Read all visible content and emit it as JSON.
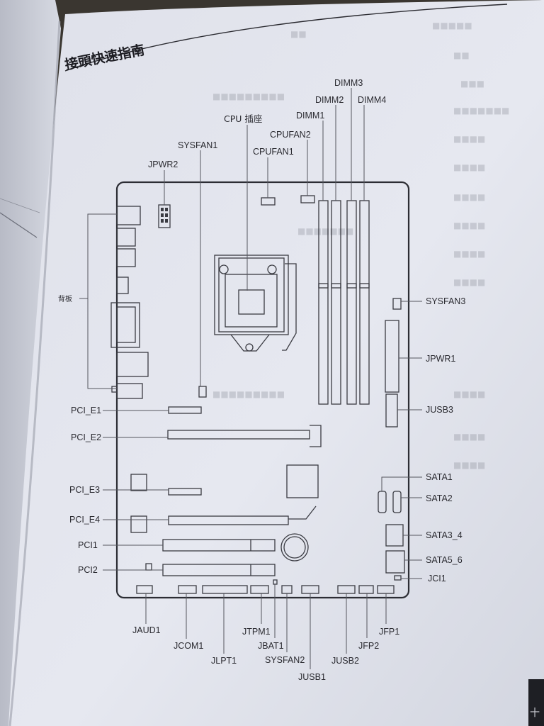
{
  "page": {
    "heading": "接頭快速指南",
    "page_tab": "十"
  },
  "labels": {
    "backpanel": "背板",
    "cpu_socket": "CPU 插座",
    "dimm1": "DIMM1",
    "dimm2": "DIMM2",
    "dimm3": "DIMM3",
    "dimm4": "DIMM4",
    "cpufan1": "CPUFAN1",
    "cpufan2": "CPUFAN2",
    "sysfan1": "SYSFAN1",
    "sysfan2": "SYSFAN2",
    "sysfan3": "SYSFAN3",
    "jpwr1": "JPWR1",
    "jpwr2": "JPWR2",
    "jusb1": "JUSB1",
    "jusb2": "JUSB2",
    "jusb3": "JUSB3",
    "sata1": "SATA1",
    "sata2": "SATA2",
    "sata3_4": "SATA3_4",
    "sata5_6": "SATA5_6",
    "jci1": "JCI1",
    "pci_e1": "PCI_E1",
    "pci_e2": "PCI_E2",
    "pci_e3": "PCI_E3",
    "pci_e4": "PCI_E4",
    "pci1": "PCI1",
    "pci2": "PCI2",
    "jaud1": "JAUD1",
    "jcom1": "JCOM1",
    "jlpt1": "JLPT1",
    "jtpm1": "JTPM1",
    "jbat1": "JBAT1",
    "jfp1": "JFP1",
    "jfp2": "JFP2"
  },
  "colors": {
    "paper": "#e4e6ee",
    "ink": "#2a2a30",
    "background": "#3a3630"
  }
}
